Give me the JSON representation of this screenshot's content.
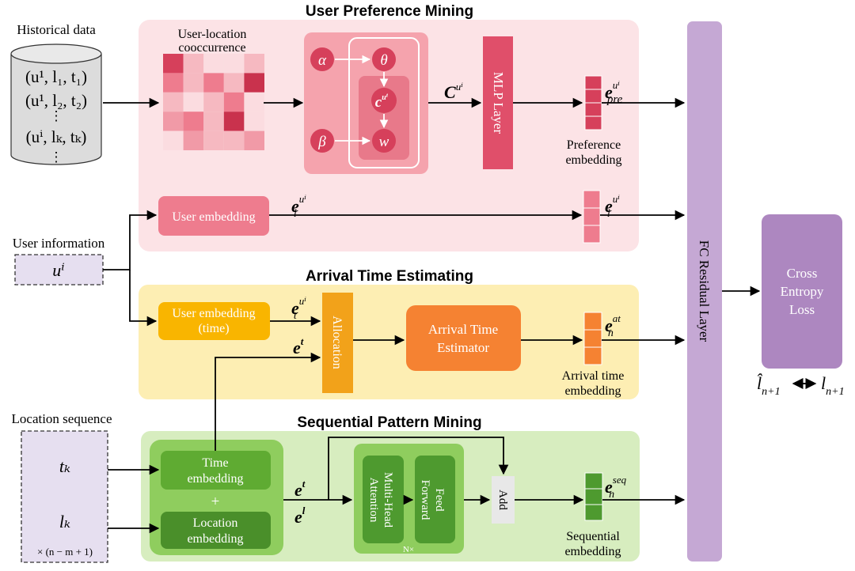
{
  "sections": {
    "upm_title": "User Preference Mining",
    "ate_title": "Arrival Time Estimating",
    "spm_title": "Sequential Pattern Mining"
  },
  "inputs": {
    "historical_label": "Historical data",
    "hist_row1": "(u¹, l₁, t₁)",
    "hist_row2": "(u¹, l₂, t₂)",
    "hist_row3": "(uⁱ, lₖ, tₖ)",
    "user_info_label": "User information",
    "user_symbol": "uⁱ",
    "loc_seq_label": "Location sequence",
    "tk_symbol": "tₖ",
    "lk_symbol": "lₖ",
    "repeat_label": "× (n − m + 1)"
  },
  "upm": {
    "cooc_title_1": "User-location",
    "cooc_title_2": "cooccurrence",
    "alpha": "α",
    "beta": "β",
    "theta": "θ",
    "c_node": "c",
    "c_sup": "uⁱ",
    "w_node": "w",
    "c_main": "C",
    "c_main_sup": "uⁱ",
    "mlp_label": "MLP Layer",
    "pref_e": "e",
    "pref_sup": "uⁱ",
    "pref_sub": "pre",
    "pref_label_1": "Preference",
    "pref_label_2": "embedding",
    "user_emb_label": "User embedding",
    "el_e": "e",
    "el_sup": "uⁱ",
    "el_sub": "l"
  },
  "ate": {
    "user_emb_time_1": "User embedding",
    "user_emb_time_2": "(time)",
    "et_u_e": "e",
    "et_u_sup": "uⁱ",
    "et_u_sub": "t",
    "et_e": "e",
    "et_sup": "t",
    "allocation_label": "Allocation",
    "estimator_1": "Arrival Time",
    "estimator_2": "Estimator",
    "at_e": "e",
    "at_sup": "at",
    "at_sub": "n",
    "at_label_1": "Arrival time",
    "at_label_2": "embedding"
  },
  "spm": {
    "time_emb_1": "Time",
    "time_emb_2": "embedding",
    "plus": "+",
    "loc_emb_1": "Location",
    "loc_emb_2": "embedding",
    "e_t": "e",
    "e_t_sup": "t",
    "e_l": "e",
    "e_l_sup": "l",
    "mha_1": "Multi-Head",
    "mha_2": "Attention",
    "ff_1": "Feed",
    "ff_2": "Forward",
    "nx": "N×",
    "add_label": "Add",
    "seq_e": "e",
    "seq_sup": "seq",
    "seq_sub": "n",
    "seq_label_1": "Sequential",
    "seq_label_2": "embedding"
  },
  "right": {
    "fc_label": "FC Residual Layer",
    "loss_1": "Cross",
    "loss_2": "Entropy",
    "loss_3": "Loss",
    "lhat": "l̂",
    "lhat_sub": "n+1",
    "l": "l",
    "l_sub": "n+1"
  },
  "colors": {
    "upm_bg": "#fce3e6",
    "ate_bg": "#fdeeb3",
    "spm_bg": "#d7edbf",
    "pref_dark": "#d6405b",
    "pref_light": "#ee7c8e",
    "fc_purple": "#c5a8d4",
    "loss_purple": "#ad87c0",
    "orange": "#f58232",
    "amber": "#f2a21a",
    "green_dark": "#4e9a2f",
    "green_mid": "#6ab43f"
  }
}
